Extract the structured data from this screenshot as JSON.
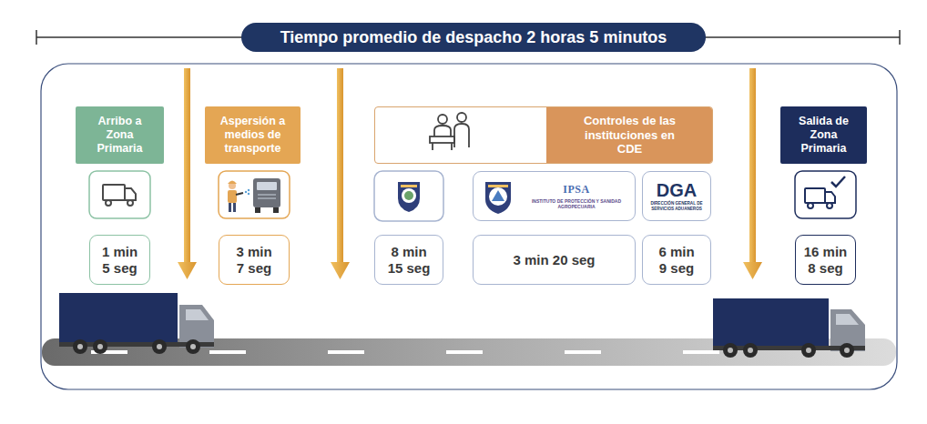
{
  "diagram": {
    "title": "Tiempo promedio de despacho 2 horas 5 minutos",
    "nodes": [
      {
        "text": [
          "Arribo a Zona Primaria"
        ]
      },
      {
        "text": [
          "1 min 5 seg"
        ]
      },
      {
        "text": [
          "Aspersión a medios de transporte"
        ]
      },
      {
        "text": [
          "3 min 7 seg"
        ]
      },
      {
        "text": [
          "Controles de las instituciones en CDE"
        ]
      },
      {
        "text": [
          "IPSA",
          "INSTITUTO DE PROTECCIÓN Y SANIDAD AGROPECUARIA"
        ]
      },
      {
        "text": [
          "DGA",
          "DIRECCIÓN GENERAL DE SERVICIOS ADUANEROS"
        ]
      },
      {
        "text": [
          "8 min 15 seg"
        ]
      },
      {
        "text": [
          "3 min 20 seg"
        ]
      },
      {
        "text": [
          "6 min 9 seg"
        ]
      },
      {
        "text": [
          "Salida de Zona Primaria"
        ]
      },
      {
        "text": [
          "16 min 8 seg"
        ]
      }
    ]
  }
}
